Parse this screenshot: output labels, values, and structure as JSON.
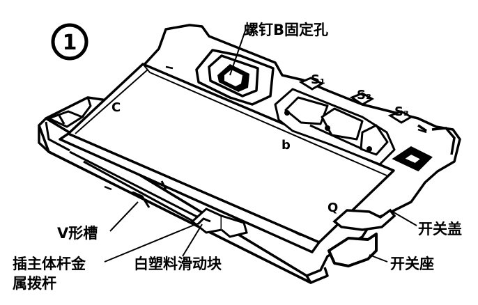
{
  "figure_number": "1",
  "labels": {
    "screw_hole": "螺钉B固定孔",
    "switch_cover": "开关盖",
    "switch_base": "开关座",
    "v_groove": "V形槽",
    "plastic_slider": "白塑料滑动块",
    "pin_rod_line1": "插主体杆金",
    "pin_rod_line2": "属拨杆"
  },
  "marks": {
    "c": "C",
    "b": "b",
    "a": "Q",
    "s1": "S₁",
    "s2": "S₂",
    "s3": "S₃"
  }
}
